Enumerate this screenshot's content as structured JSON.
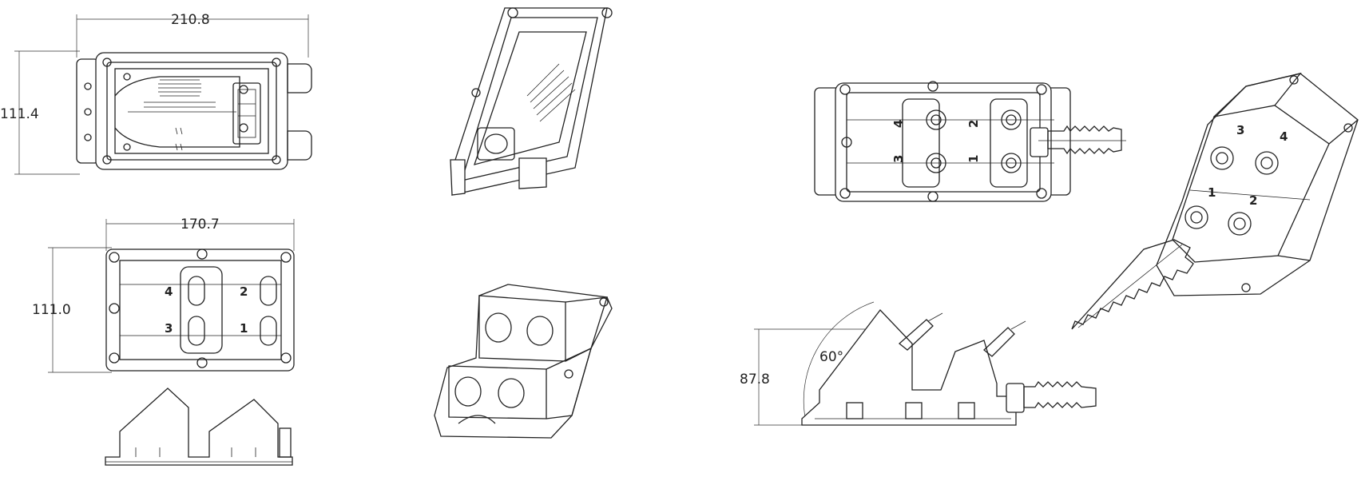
{
  "dimensions": {
    "top_width": "210.8",
    "top_height": "111.4",
    "mid_width": "170.7",
    "mid_height": "111.0",
    "side_height": "87.8",
    "angle": "60°"
  },
  "port_numbers": {
    "a": "4",
    "b": "2",
    "c": "3",
    "d": "1"
  },
  "iso_port_numbers": {
    "a": "3",
    "b": "4",
    "c": "1",
    "d": "2"
  }
}
